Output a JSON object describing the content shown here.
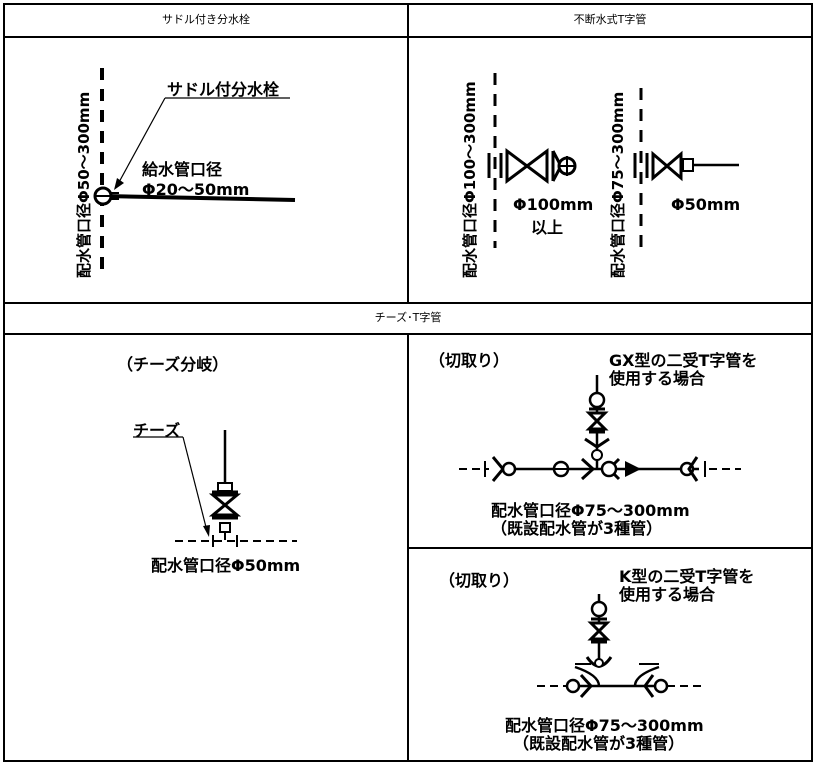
{
  "headers": {
    "saddle": "サドル付き分水栓",
    "fudansui": "不断水式T字管",
    "cheese_t": "チーズ･T字管"
  },
  "saddle": {
    "main_pipe_label": "配水管口径Φ50～300mm",
    "callout": "サドル付分水栓",
    "service_label_1": "給水管口径",
    "service_label_2": "Φ20～50mm"
  },
  "fudansui": {
    "left_main_label": "配水管口径Φ100～300mm",
    "left_branch_1": "Φ100mm",
    "left_branch_2": "以上",
    "right_main_label": "配水管口径Φ75～300mm",
    "right_branch": "Φ50mm"
  },
  "cheese": {
    "title": "（チーズ分岐）",
    "callout": "チーズ",
    "main_label": "配水管口径Φ50mm"
  },
  "gx": {
    "title": "（切取り）",
    "note_1": "GX型の二受T字管を",
    "note_2": "使用する場合",
    "main_label": "配水管口径Φ75～300mm",
    "sub_label": "（既設配水管が3種管）"
  },
  "k": {
    "title": "（切取り）",
    "note_1": "K型の二受T字管を",
    "note_2": "使用する場合",
    "main_label": "配水管口径Φ75～300mm",
    "sub_label": "（既設配水管が3種管）"
  }
}
